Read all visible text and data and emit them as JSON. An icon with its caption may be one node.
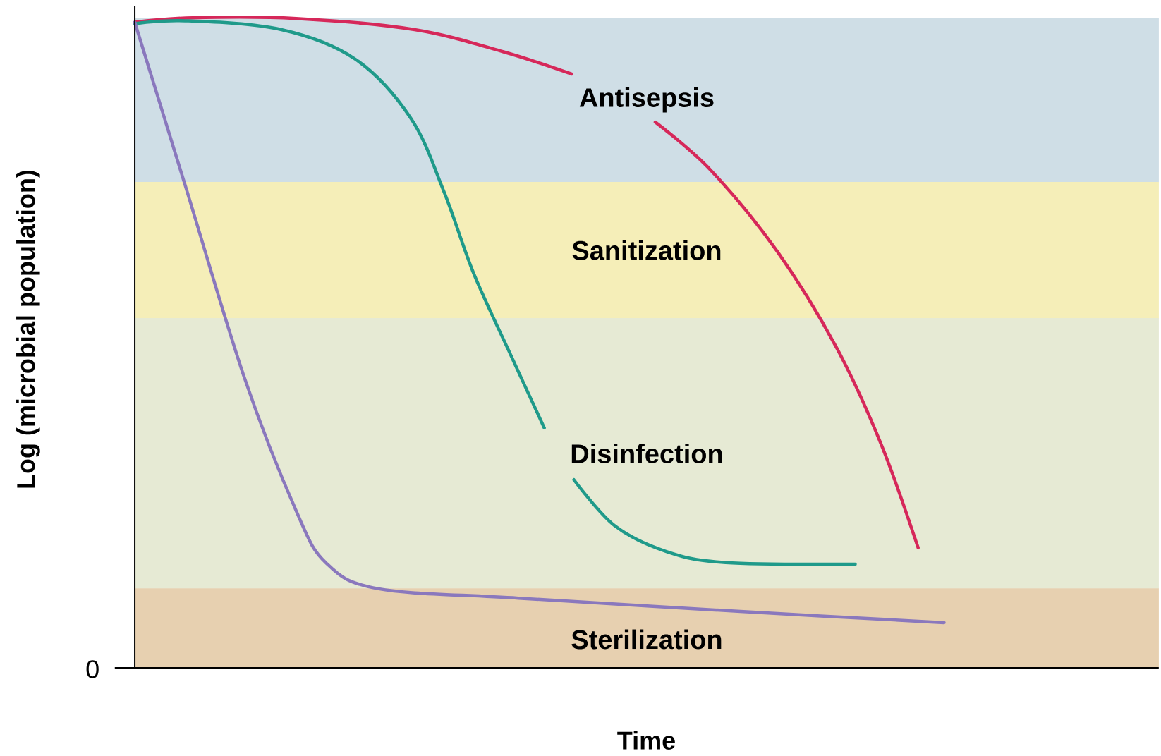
{
  "diagram": {
    "nodes": [
      {
        "text": [
          "Antisepsis"
        ]
      },
      {
        "text": [
          "Sanitization"
        ]
      },
      {
        "text": [
          "Disinfection"
        ]
      },
      {
        "text": [
          "Sterilization"
        ]
      }
    ],
    "labels": [
      "Log (microbial population)",
      "0",
      "Time"
    ]
  }
}
